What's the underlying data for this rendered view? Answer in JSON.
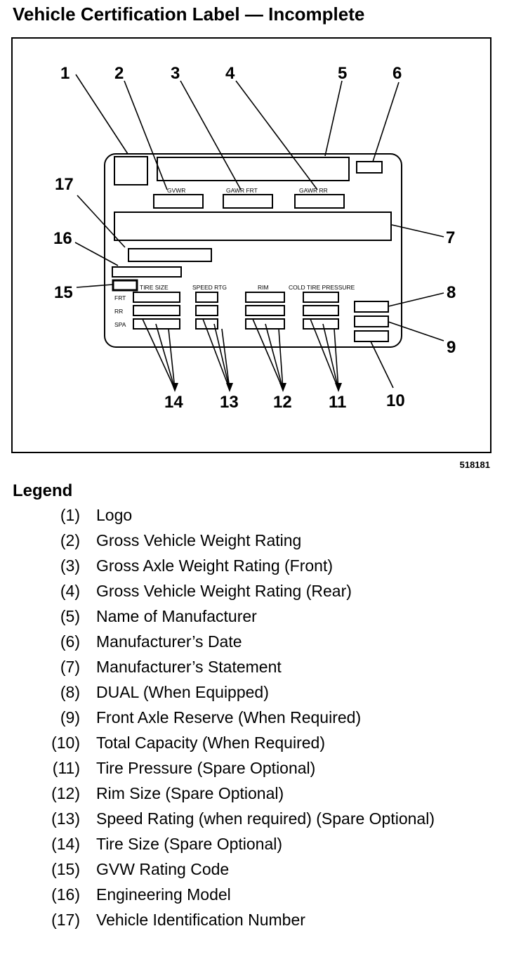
{
  "title": "Vehicle Certification Label — Incomplete",
  "figure_number": "518181",
  "diagram": {
    "field_labels": {
      "gvwr": "GVWR",
      "gawr_frt": "GAWR FRT",
      "gawr_rr": "GAWR RR",
      "tire_size": "TIRE SIZE",
      "speed_rtg": "SPEED RTG",
      "rim": "RIM",
      "cold_tire_pressure": "COLD TIRE PRESSURE",
      "frt": "FRT",
      "rr": "RR",
      "spa": "SPA"
    },
    "callouts": [
      "1",
      "2",
      "3",
      "4",
      "5",
      "6",
      "7",
      "8",
      "9",
      "10",
      "11",
      "12",
      "13",
      "14",
      "15",
      "16",
      "17"
    ]
  },
  "legend": {
    "title": "Legend",
    "items": [
      {
        "code": "(1)",
        "text": "Logo"
      },
      {
        "code": "(2)",
        "text": "Gross Vehicle Weight Rating"
      },
      {
        "code": "(3)",
        "text": "Gross Axle Weight Rating (Front)"
      },
      {
        "code": "(4)",
        "text": "Gross Vehicle Weight Rating (Rear)"
      },
      {
        "code": "(5)",
        "text": "Name of Manufacturer"
      },
      {
        "code": "(6)",
        "text": "Manufacturer’s Date"
      },
      {
        "code": "(7)",
        "text": "Manufacturer’s Statement"
      },
      {
        "code": "(8)",
        "text": "DUAL (When Equipped)"
      },
      {
        "code": "(9)",
        "text": "Front Axle Reserve (When Required)"
      },
      {
        "code": "(10)",
        "text": "Total Capacity (When Required)"
      },
      {
        "code": "(11)",
        "text": "Tire Pressure (Spare Optional)"
      },
      {
        "code": "(12)",
        "text": "Rim Size (Spare Optional)"
      },
      {
        "code": "(13)",
        "text": "Speed Rating (when required) (Spare Optional)"
      },
      {
        "code": "(14)",
        "text": "Tire Size (Spare Optional)"
      },
      {
        "code": "(15)",
        "text": "GVW Rating Code"
      },
      {
        "code": "(16)",
        "text": "Engineering Model"
      },
      {
        "code": "(17)",
        "text": "Vehicle Identification Number"
      }
    ]
  }
}
